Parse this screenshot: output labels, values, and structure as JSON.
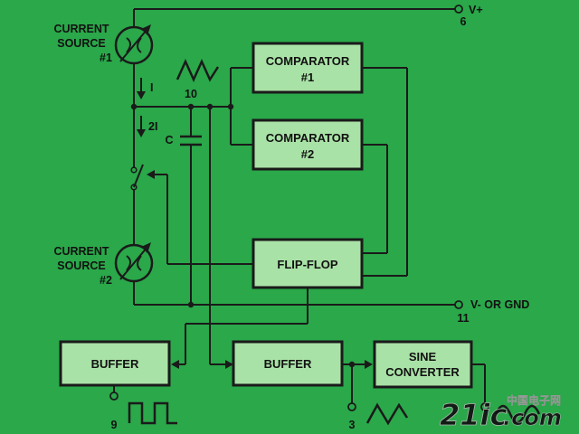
{
  "blocks": {
    "comparator1": [
      "COMPARATOR",
      "#1"
    ],
    "comparator2": [
      "COMPARATOR",
      "#2"
    ],
    "flipflop": "FLIP-FLOP",
    "buffer_square": "BUFFER",
    "buffer_triangle": "BUFFER",
    "sine_converter": [
      "SINE",
      "CONVERTER"
    ]
  },
  "sources": {
    "top": [
      "CURRENT",
      "SOURCE",
      "#1"
    ],
    "bottom": [
      "CURRENT",
      "SOURCE",
      "#2"
    ]
  },
  "labels": {
    "current_1": "I",
    "current_2": "2I",
    "capacitor": "C"
  },
  "pins": {
    "supply_pos": {
      "label": "V+",
      "number": "6"
    },
    "supply_neg": {
      "label": "V- OR GND",
      "number": "11"
    },
    "timing": "10",
    "square_out": "9",
    "triangle_out": "3"
  },
  "watermark": {
    "brand": "21ic",
    "suffix": ".com",
    "cn": "中国电子网"
  },
  "colors": {
    "background": "#2aa84a",
    "block_fill": "#a9e2a6",
    "line": "#1a1a1a"
  }
}
